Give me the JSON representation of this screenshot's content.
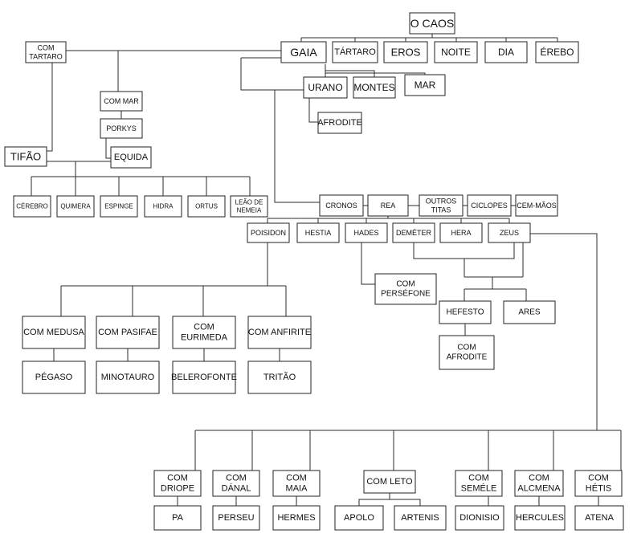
{
  "diagram": {
    "title": "Greek mythology family tree",
    "nodes": {
      "caos": [
        "O CAOS"
      ],
      "gaia": [
        "GAIA"
      ],
      "tartaro": [
        "TÁRTARO"
      ],
      "eros": [
        "EROS"
      ],
      "noite": [
        "NOITE"
      ],
      "dia": [
        "DIA"
      ],
      "erebo": [
        "ÉREBO"
      ],
      "com_tartaro": [
        "COM",
        "TARTARO"
      ],
      "urano": [
        "URANO"
      ],
      "montes": [
        "MONTES"
      ],
      "mar": [
        "MAR"
      ],
      "afrodite_top": [
        "AFRODITE"
      ],
      "com_mar": [
        "COM MAR"
      ],
      "porkys": [
        "PORKYS"
      ],
      "tifao": [
        "TIFÃO"
      ],
      "equida": [
        "EQUIDA"
      ],
      "cerebro": [
        "CÉREBRO"
      ],
      "quimera": [
        "QUIMERA"
      ],
      "espinge": [
        "ESPINGE"
      ],
      "hidra": [
        "HIDRA"
      ],
      "ortus": [
        "ORTUS"
      ],
      "leao": [
        "LEÃO DE",
        "NEMEIA"
      ],
      "cronos": [
        "CRONOS"
      ],
      "rea": [
        "REA"
      ],
      "outros_titas": [
        "OUTROS",
        "TITAS"
      ],
      "ciclopes": [
        "CICLOPES"
      ],
      "cem_maos": [
        "CEM-MÃOS"
      ],
      "poisidon": [
        "POISIDON"
      ],
      "hestia": [
        "HESTIA"
      ],
      "hades": [
        "HADES"
      ],
      "demeter": [
        "DEMÉTER"
      ],
      "hera": [
        "HERA"
      ],
      "zeus": [
        "ZEUS"
      ],
      "com_persefone": [
        "COM",
        "PERSÉFONE"
      ],
      "hefesto": [
        "HEFESTO"
      ],
      "ares": [
        "ARES"
      ],
      "com_afrodite": [
        "COM",
        "AFRODITE"
      ],
      "com_medusa": [
        "COM MEDUSA"
      ],
      "com_pasifae": [
        "COM PASIFAE"
      ],
      "com_eurimeda": [
        "COM",
        "EURIMEDA"
      ],
      "com_anfirite": [
        "COM ANFIRITE"
      ],
      "pegaso": [
        "PÉGASO"
      ],
      "minotauro": [
        "MINOTAURO"
      ],
      "belerofonte": [
        "BELEROFONTE"
      ],
      "tritao": [
        "TRITÃO"
      ],
      "com_driope": [
        "COM",
        "DRIOPE"
      ],
      "com_danal": [
        "COM",
        "DÁNAL"
      ],
      "com_maia": [
        "COM",
        "MAIA"
      ],
      "com_leto": [
        "COM LETO"
      ],
      "com_semele": [
        "COM",
        "SEMÉLE"
      ],
      "com_alcmena": [
        "COM",
        "ALCMENA"
      ],
      "com_hetis": [
        "COM",
        "HÉTIS"
      ],
      "pa": [
        "PA"
      ],
      "perseu": [
        "PERSEU"
      ],
      "hermes": [
        "HERMES"
      ],
      "apolo": [
        "APOLO"
      ],
      "artenis": [
        "ARTENIS"
      ],
      "dionisio": [
        "DIONISIO"
      ],
      "hercules": [
        "HERCULES"
      ],
      "atena": [
        "ATENA"
      ]
    }
  }
}
